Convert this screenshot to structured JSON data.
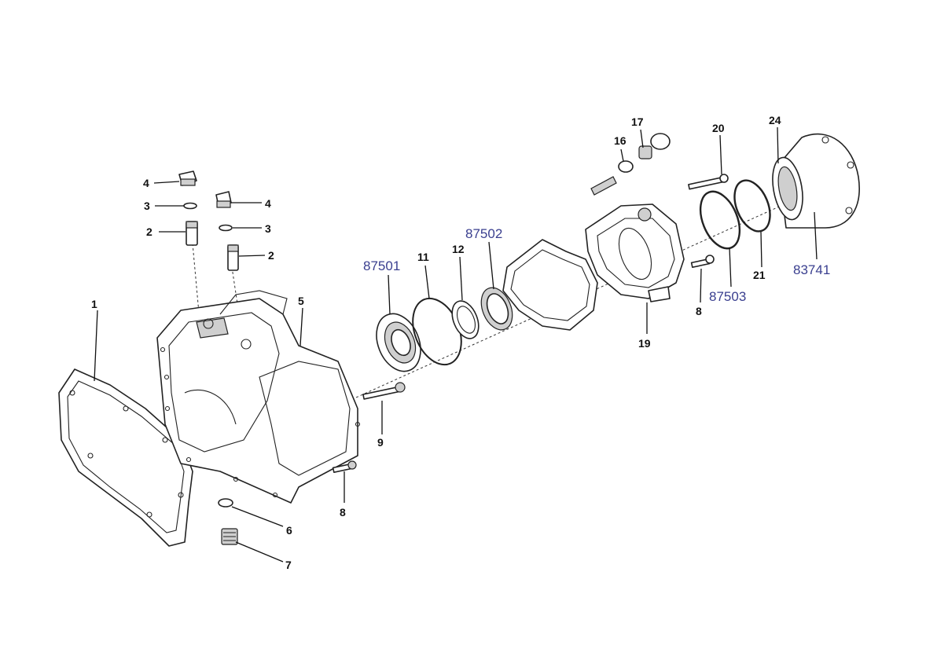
{
  "labels": {
    "n1": "1",
    "n2a": "2",
    "n2b": "2",
    "n3a": "3",
    "n3b": "3",
    "n4a": "4",
    "n4b": "4",
    "n5": "5",
    "n6": "6",
    "n7": "7",
    "n8a": "8",
    "n8b": "8",
    "n9": "9",
    "n11": "11",
    "n12": "12",
    "n16": "16",
    "n17": "17",
    "n19": "19",
    "n20": "20",
    "n21": "21",
    "n24": "24"
  },
  "part_numbers": {
    "p87501": "87501",
    "p87502": "87502",
    "p87503": "87503",
    "p83741": "83741"
  },
  "colors": {
    "part_number": "#3a3f8f",
    "line": "#222222"
  }
}
